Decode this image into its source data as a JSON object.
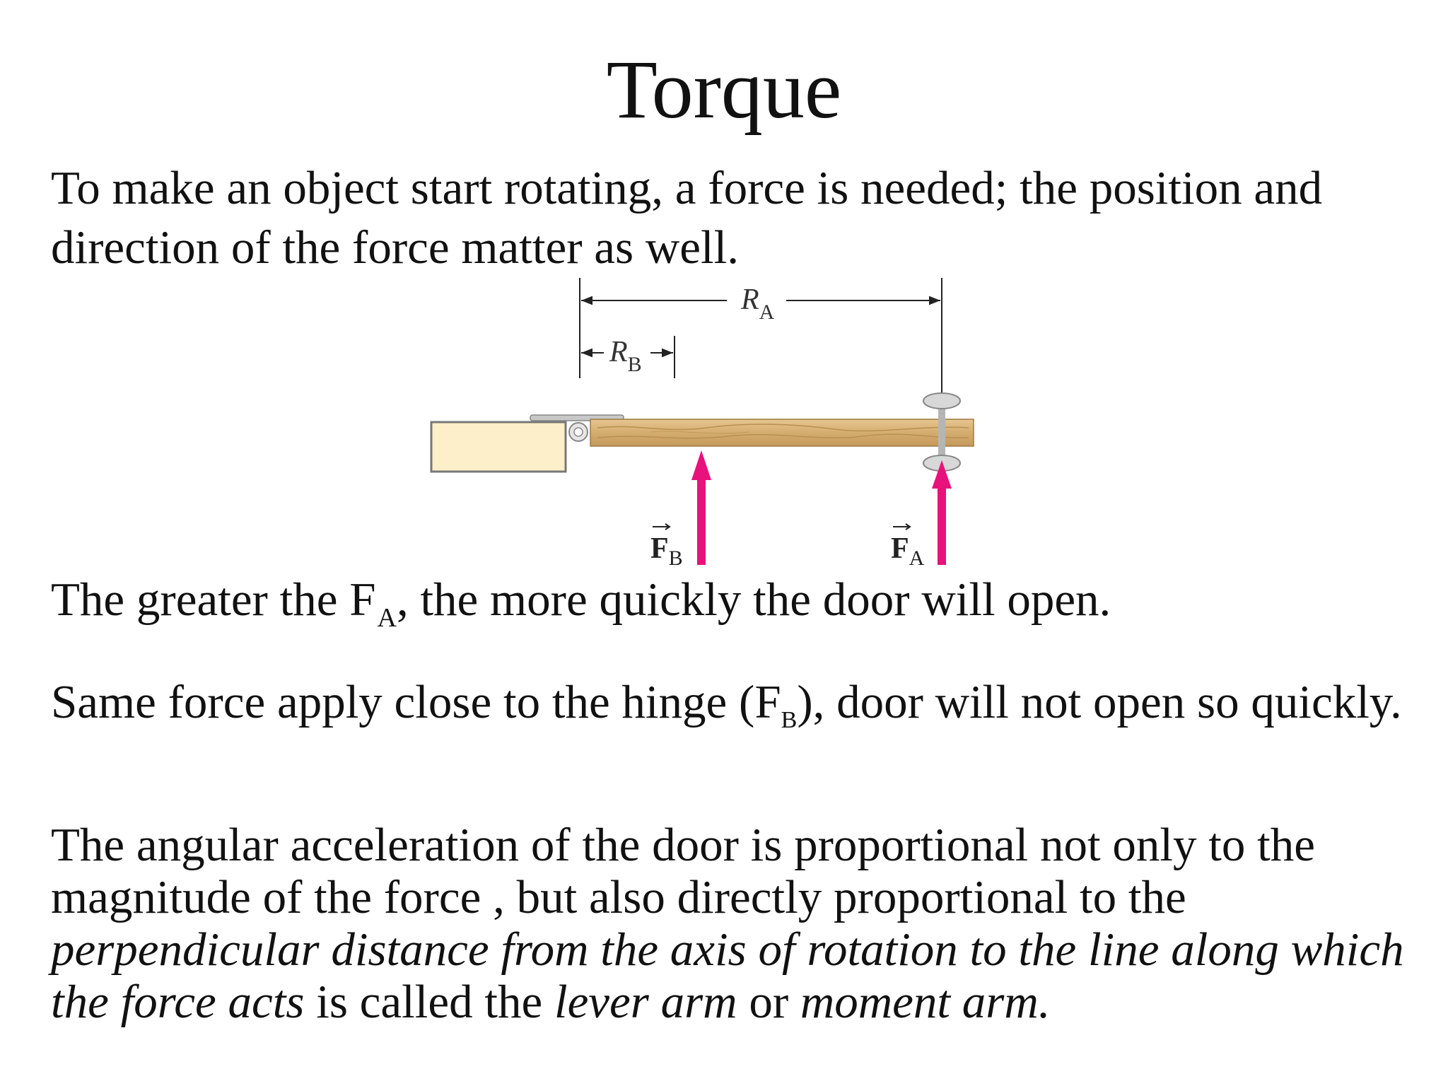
{
  "slide": {
    "title": "Torque",
    "intro": "To make an object start rotating, a force is needed; the position and direction of the force matter as well.",
    "p2": {
      "pre": "The greater the F",
      "sub": "A",
      "post": ", the more quickly the door will open."
    },
    "p3": {
      "pre": "Same force apply close to the hinge (F",
      "sub": "B",
      "post": "), door will not open so quickly."
    },
    "p4": {
      "t1": "The angular acceleration of the door is proportional not only to the magnitude of the force , but also directly proportional to the ",
      "t2": "perpendicular distance from the axis of rotation to the line along which the force acts",
      "t3": " is called the ",
      "t4": "lever arm",
      "t5": " or ",
      "t6": "moment arm."
    }
  },
  "diagram": {
    "ra_label": "R",
    "ra_sub": "A",
    "rb_label": "R",
    "rb_sub": "B",
    "fa_label": "F",
    "fa_sub": "A",
    "fb_label": "F",
    "fb_sub": "B",
    "arrow_color": "#e8127c",
    "door_color": "#d9b77e",
    "frame_color": "#fdefc9"
  }
}
